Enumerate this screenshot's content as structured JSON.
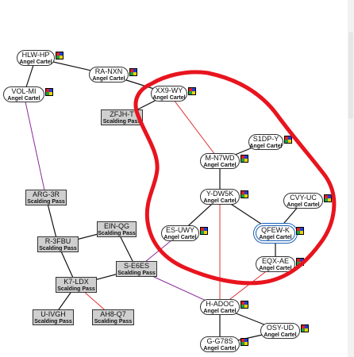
{
  "nodes": [
    {
      "id": "hlw",
      "label": "HLW-HP",
      "sub": "Angel Cartel",
      "shape": "pill"
    },
    {
      "id": "ra",
      "label": "RA-NXN",
      "sub": "Angel Cartel",
      "shape": "pill"
    },
    {
      "id": "vol",
      "label": "VOL-MI",
      "sub": "Angel Cartel",
      "shape": "pill"
    },
    {
      "id": "xx9",
      "label": "XX9-WY",
      "sub": "Angel Cartel",
      "shape": "pill"
    },
    {
      "id": "zfj",
      "label": "ZFJH-T",
      "sub": "Scalding Pass",
      "shape": "box"
    },
    {
      "id": "s1d",
      "label": "S1DP-Y",
      "sub": "Angel Cartel",
      "shape": "pill"
    },
    {
      "id": "mn7",
      "label": "M-N7WD",
      "sub": "Angel Cartel",
      "shape": "pill"
    },
    {
      "id": "ydw",
      "label": "Y-DW5K",
      "sub": "Angel Cartel",
      "shape": "pill"
    },
    {
      "id": "cvy",
      "label": "CVY-UC",
      "sub": "Angel Cartel",
      "shape": "pill"
    },
    {
      "id": "arg",
      "label": "ARG-3R",
      "sub": "Scalding Pass",
      "shape": "box"
    },
    {
      "id": "ein",
      "label": "EIN-QG",
      "sub": "Scalding Pass",
      "shape": "box"
    },
    {
      "id": "esu",
      "label": "ES-UWY",
      "sub": "Angel Cartel",
      "shape": "pill"
    },
    {
      "id": "qfe",
      "label": "QFEW-K",
      "sub": "Angel Cartel",
      "shape": "pill",
      "selected": true
    },
    {
      "id": "r3f",
      "label": "R-3FBU",
      "sub": "Scalding Pass",
      "shape": "box"
    },
    {
      "id": "eqx",
      "label": "EQX-AE",
      "sub": "Angel Cartel",
      "shape": "pill"
    },
    {
      "id": "se6",
      "label": "S-E6ES",
      "sub": "Scalding Pass",
      "shape": "box"
    },
    {
      "id": "k7l",
      "label": "K7-LDX",
      "sub": "Scalding Pass",
      "shape": "box"
    },
    {
      "id": "had",
      "label": "H-ADOC",
      "sub": "Angel Cartel",
      "shape": "pill"
    },
    {
      "id": "uiv",
      "label": "U-IVGH",
      "sub": "Scalding Pass",
      "shape": "box"
    },
    {
      "id": "ah8",
      "label": "AH8-Q7",
      "sub": "Scalding Pass",
      "shape": "box"
    },
    {
      "id": "osy",
      "label": "OSY-UD",
      "sub": "Angel Cartel",
      "shape": "pill"
    },
    {
      "id": "gg7",
      "label": "G-G78S",
      "sub": "Angel Cartel",
      "shape": "pill"
    }
  ],
  "edges": [
    {
      "from": "hlw",
      "to": "ra",
      "type": "regional"
    },
    {
      "from": "hlw",
      "to": "vol",
      "type": "regional"
    },
    {
      "from": "ra",
      "to": "xx9",
      "type": "regional"
    },
    {
      "from": "xx9",
      "to": "zfj",
      "type": "regional"
    },
    {
      "from": "xx9",
      "to": "mn7",
      "type": "constellation"
    },
    {
      "from": "mn7",
      "to": "s1d",
      "type": "regional"
    },
    {
      "from": "mn7",
      "to": "ydw",
      "type": "regional"
    },
    {
      "from": "ydw",
      "to": "esu",
      "type": "regional"
    },
    {
      "from": "ydw",
      "to": "qfe",
      "type": "regional"
    },
    {
      "from": "ydw",
      "to": "had",
      "type": "constellation"
    },
    {
      "from": "cvy",
      "to": "qfe",
      "type": "regional"
    },
    {
      "from": "qfe",
      "to": "eqx",
      "type": "regional"
    },
    {
      "from": "eqx",
      "to": "had",
      "type": "constellation"
    },
    {
      "from": "vol",
      "to": "arg",
      "type": "interregion"
    },
    {
      "from": "arg",
      "to": "r3f",
      "type": "regional"
    },
    {
      "from": "r3f",
      "to": "ein",
      "type": "regional"
    },
    {
      "from": "r3f",
      "to": "k7l",
      "type": "regional"
    },
    {
      "from": "ein",
      "to": "se6",
      "type": "regional"
    },
    {
      "from": "se6",
      "to": "k7l",
      "type": "regional"
    },
    {
      "from": "se6",
      "to": "esu",
      "type": "interregion"
    },
    {
      "from": "se6",
      "to": "had",
      "type": "interregion"
    },
    {
      "from": "k7l",
      "to": "uiv",
      "type": "regional"
    },
    {
      "from": "k7l",
      "to": "ah8",
      "type": "constellation"
    },
    {
      "from": "had",
      "to": "osy",
      "type": "regional"
    },
    {
      "from": "had",
      "to": "gg7",
      "type": "regional"
    },
    {
      "from": "osy",
      "to": "gg7",
      "type": "regional"
    }
  ],
  "colors": {
    "regional": "#111111",
    "constellation": "#e03030",
    "interregion": "#8a2a9a",
    "annotation": "#e8141e",
    "selected": "#1a5fb4"
  },
  "icons": {
    "status": "standings-flag-icon"
  }
}
